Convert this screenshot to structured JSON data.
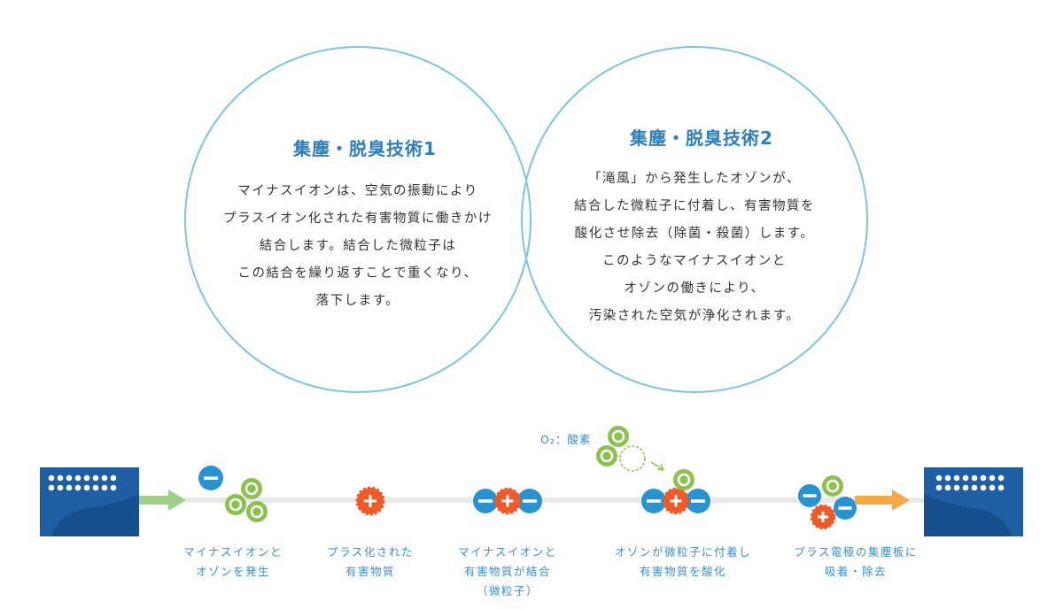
{
  "tech1": {
    "title": "集塵・脱臭技術1",
    "lines": [
      "マイナスイオンは、空気の振動により",
      "プラスイオン化された有害物質に働きかけ",
      "結合します。結合した微粒子は",
      "この結合を繰り返すことで重くなり、",
      "落下します。"
    ]
  },
  "tech2": {
    "title": "集塵・脱臭技術2",
    "lines": [
      "「滝風」から発生したオゾンが、",
      "結合した微粒子に付着し、有害物質を",
      "酸化させ除去（除菌・殺菌）します。",
      "このようなマイナスイオンと",
      "オゾンの働きにより、",
      "汚染された空気が浄化されます。"
    ]
  },
  "flow": {
    "oxygen_label": "O₂：酸素",
    "steps": [
      {
        "lines": [
          "マイナスイオンと",
          "オゾンを発生"
        ]
      },
      {
        "lines": [
          "プラス化された",
          "有害物質"
        ]
      },
      {
        "lines": [
          "マイナスイオンと",
          "有害物質が結合",
          "（微粒子）"
        ]
      },
      {
        "lines": [
          "オゾンが微粒子に付着し",
          "有害物質を酸化"
        ]
      },
      {
        "lines": [
          "プラス電極の集塵板に",
          "吸着・除去"
        ]
      }
    ]
  },
  "colors": {
    "circle_border": "#7ec3e2",
    "title": "#2f80b9",
    "minus_ion": "#2a93cf",
    "plus_particle": "#ee5a2a",
    "ozone": "#8cc152",
    "machine": "#1e5fa3",
    "arrow_in": "#9ed08a",
    "arrow_out": "#f6a947",
    "flow_line": "#e9e9e9"
  },
  "icons": [
    "machine-left-icon",
    "machine-right-icon",
    "minus-ion-icon",
    "plus-particle-icon",
    "ozone-icon",
    "oxygen-icon"
  ]
}
